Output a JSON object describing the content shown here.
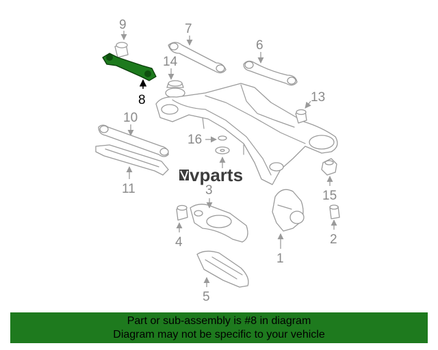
{
  "watermark": "vparts",
  "callouts": {
    "c1": "1",
    "c2": "2",
    "c3": "3",
    "c4": "4",
    "c5": "5",
    "c6": "6",
    "c7": "7",
    "c8": "8",
    "c9": "9",
    "c10": "10",
    "c11": "11",
    "c13": "13",
    "c14": "14",
    "c15": "15",
    "c16": "16"
  },
  "footer": {
    "line1": "Part or sub-assembly is #8 in diagram",
    "line2": "Diagram may not be specific to your vehicle"
  },
  "colors": {
    "highlight": "#1d7a1d",
    "banner": "#1e7a1e"
  }
}
